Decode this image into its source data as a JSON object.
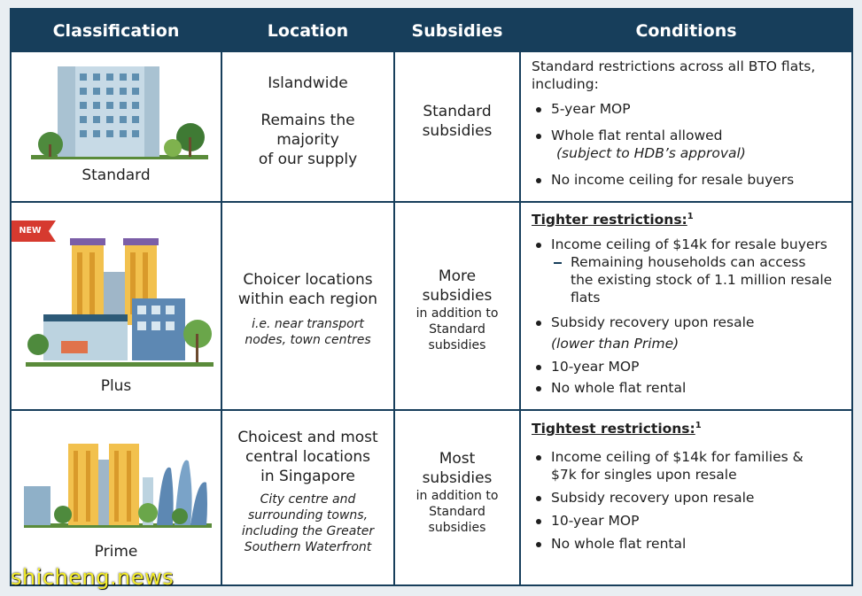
{
  "headers": {
    "classification": "Classification",
    "location": "Location",
    "subsidies": "Subsidies",
    "conditions": "Conditions"
  },
  "new_badge": "NEW",
  "rows": [
    {
      "classification": "Standard",
      "location_lines": [
        "Islandwide",
        "Remains the",
        "majority",
        "of our supply"
      ],
      "subsidy_main": [
        "Standard",
        "subsidies"
      ],
      "intro": "Standard restrictions across all BTO flats, including:",
      "bullets": [
        "5-year MOP",
        "Whole flat rental allowed",
        "No income ceiling for resale buyers"
      ],
      "note": "(subject to HDB’s approval)"
    },
    {
      "classification": "Plus",
      "location_main": [
        "Choicer locations",
        "within each region"
      ],
      "location_note": [
        "i.e. near transport",
        "nodes, town centres"
      ],
      "subsidy_main": [
        "More",
        "subsidies"
      ],
      "subsidy_note": [
        "in addition to",
        "Standard",
        "subsidies"
      ],
      "heading": "Tighter restrictions:",
      "footnote": "1",
      "bullets": [
        "Income ceiling of $14k for resale buyers",
        "Subsidy recovery upon resale",
        "10-year MOP",
        "No whole flat rental"
      ],
      "sub_bullet": [
        "Remaining households can access",
        "the existing stock of 1.1 million resale",
        "flats"
      ],
      "note": "(lower than Prime)"
    },
    {
      "classification": "Prime",
      "location_main": [
        "Choicest and most",
        "central locations",
        "in Singapore"
      ],
      "location_note": [
        "City centre and",
        "surrounding towns,",
        "including the Greater",
        "Southern Waterfront"
      ],
      "subsidy_main": [
        "Most",
        "subsidies"
      ],
      "subsidy_note": [
        "in addition to",
        "Standard",
        "subsidies"
      ],
      "heading": "Tightest restrictions:",
      "footnote": "1",
      "bullets": [
        "Income ceiling of $14k for families &",
        "$7k for singles upon resale",
        "Subsidy recovery upon resale",
        "10-year MOP",
        "No whole flat rental"
      ]
    }
  ],
  "watermark": "shicheng.news",
  "colors": {
    "header_bg": "#173e5b",
    "badge": "#d63a2f",
    "watermark": "#f5ee2c"
  }
}
